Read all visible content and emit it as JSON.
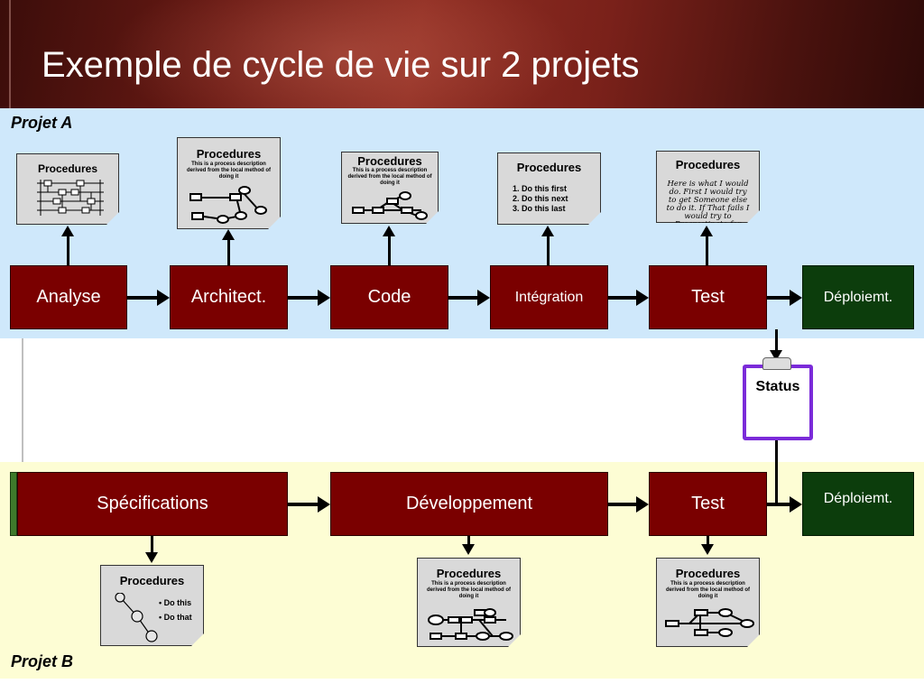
{
  "title": "Exemple de cycle de vie sur 2 projets",
  "projectA": {
    "label": "Projet A",
    "phases": [
      "Analyse",
      "Architect.",
      "Code",
      "Intégration",
      "Test",
      "Déploiemt."
    ],
    "docs": [
      {
        "title": "Procedures"
      },
      {
        "title": "Procedures",
        "desc": "This is a process description derived from the local method of doing it"
      },
      {
        "title": "Procedures",
        "desc": "This is a process description derived from the local method of doing it"
      },
      {
        "title": "Procedures",
        "steps": [
          "Do this first",
          "Do this next",
          "Do this last"
        ]
      },
      {
        "title": "Procedures",
        "note": "Here is what I would do. First I would try to get Someone else to do it.  If That fails I would try to Procrastinate  for days."
      }
    ]
  },
  "status": {
    "label": "Status"
  },
  "projectB": {
    "label": "Projet B",
    "phases": [
      "Spécifications",
      "Développement",
      "Test",
      "Déploiemt."
    ],
    "docs": [
      {
        "title": "Procedures",
        "bullets": [
          "Do this",
          "Do that"
        ]
      },
      {
        "title": "Procedures",
        "desc": "This is a process description derived from the local method of doing it"
      },
      {
        "title": "Procedures",
        "desc": "This is a process description derived from the local method of doing it"
      }
    ]
  },
  "colors": {
    "phase_red": "#7a0000",
    "phase_green": "#0c3d0c",
    "band_a": "#cfe8fb",
    "band_b": "#fdfdd4",
    "status_border": "#7b2bd9"
  }
}
